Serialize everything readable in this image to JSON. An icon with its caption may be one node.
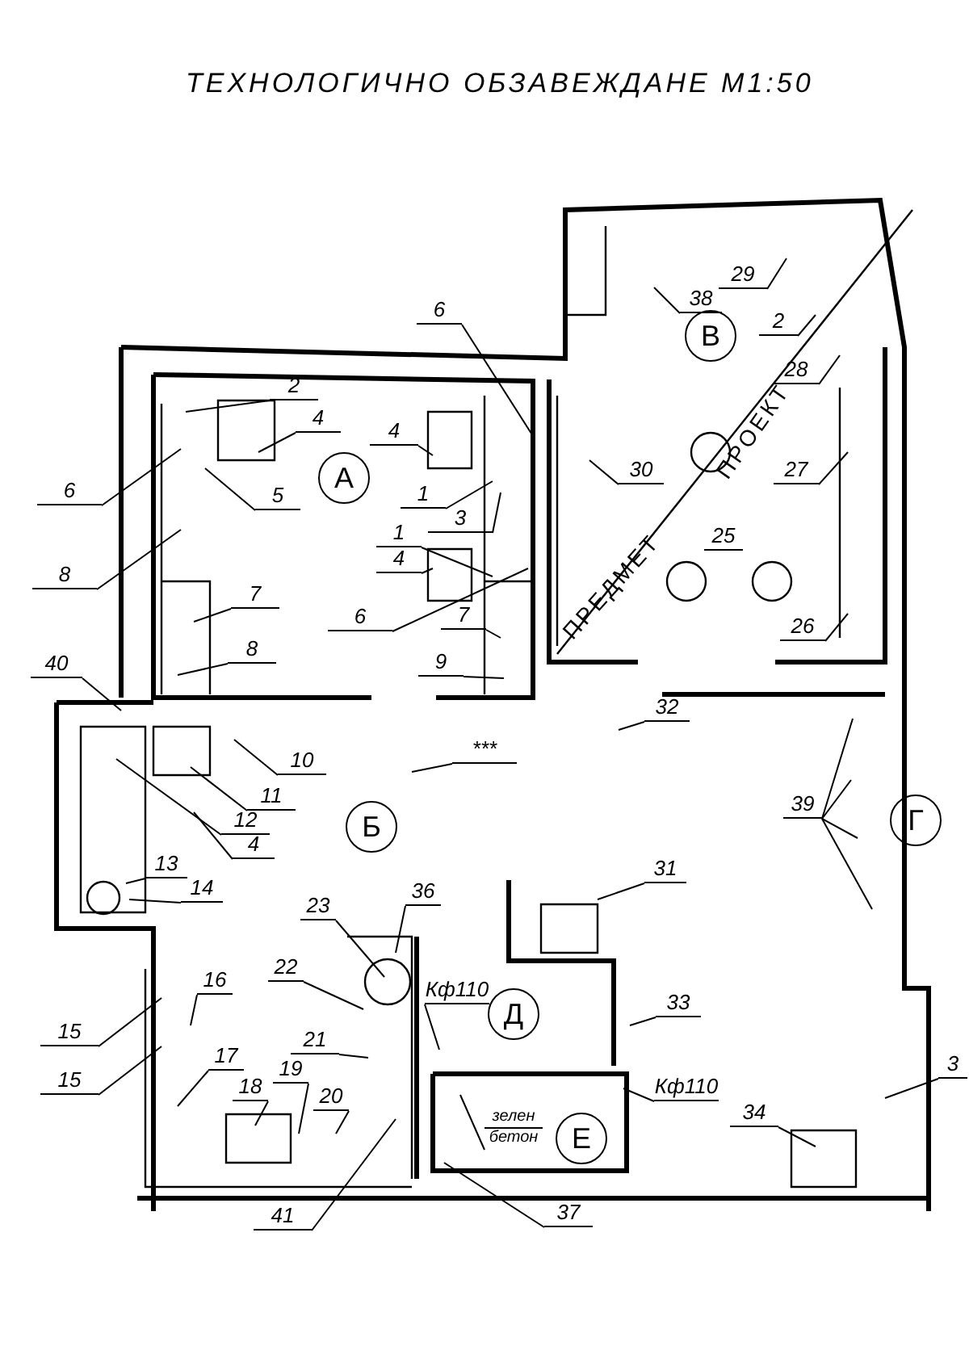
{
  "diagram": {
    "title": "ТЕХНОЛОГИЧНО ОБЗАВЕЖДАНЕ М1:50",
    "nodes": [
      {
        "text": [
          "А"
        ]
      },
      {
        "text": [
          "6"
        ]
      },
      {
        "text": [
          "2"
        ]
      },
      {
        "text": [
          "4"
        ]
      },
      {
        "text": [
          "4"
        ]
      },
      {
        "text": [
          "6"
        ]
      },
      {
        "text": [
          "5"
        ]
      },
      {
        "text": [
          "1"
        ]
      },
      {
        "text": [
          "3"
        ]
      },
      {
        "text": [
          "1"
        ]
      },
      {
        "text": [
          "4"
        ]
      },
      {
        "text": [
          "8"
        ]
      },
      {
        "text": [
          "7"
        ]
      },
      {
        "text": [
          "6"
        ]
      },
      {
        "text": [
          "7"
        ]
      },
      {
        "text": [
          "8"
        ]
      },
      {
        "text": [
          "9"
        ]
      },
      {
        "text": [
          "40"
        ]
      },
      {
        "text": [
          "В"
        ]
      },
      {
        "text": [
          "29"
        ]
      },
      {
        "text": [
          "38"
        ]
      },
      {
        "text": [
          "2"
        ]
      },
      {
        "text": [
          "28"
        ]
      },
      {
        "text": [
          "27"
        ]
      },
      {
        "text": [
          "30"
        ]
      },
      {
        "text": [
          "25"
        ]
      },
      {
        "text": [
          "26"
        ]
      },
      {
        "text": [
          "32"
        ]
      },
      {
        "text": [
          "***"
        ]
      },
      {
        "text": [
          "Б"
        ]
      },
      {
        "text": [
          "10"
        ]
      },
      {
        "text": [
          "11"
        ]
      },
      {
        "text": [
          "12"
        ]
      },
      {
        "text": [
          "4"
        ]
      },
      {
        "text": [
          "13"
        ]
      },
      {
        "text": [
          "14"
        ]
      },
      {
        "text": [
          "Г"
        ]
      },
      {
        "text": [
          "39"
        ]
      },
      {
        "text": [
          "31"
        ]
      },
      {
        "text": [
          "36"
        ]
      },
      {
        "text": [
          "23"
        ]
      },
      {
        "text": [
          "22"
        ]
      },
      {
        "text": [
          "16"
        ]
      },
      {
        "text": [
          "15"
        ]
      },
      {
        "text": [
          "15"
        ]
      },
      {
        "text": [
          "17"
        ]
      },
      {
        "text": [
          "18"
        ]
      },
      {
        "text": [
          "19"
        ]
      },
      {
        "text": [
          "20"
        ]
      },
      {
        "text": [
          "21"
        ]
      },
      {
        "text": [
          "41"
        ]
      },
      {
        "text": [
          "Д"
        ]
      },
      {
        "text": [
          "Кф110"
        ]
      },
      {
        "text": [
          "33"
        ]
      },
      {
        "text": [
          "3"
        ]
      },
      {
        "text": [
          "Кф110"
        ]
      },
      {
        "text": [
          "34"
        ]
      },
      {
        "text": [
          "Е"
        ]
      },
      {
        "text": [
          "37"
        ]
      },
      {
        "text": [
          "зелен",
          "бетон"
        ]
      }
    ],
    "edges": [
      {
        "from": 1,
        "to": null,
        "arrow": "none"
      },
      {
        "from": 2,
        "to": null,
        "arrow": "none"
      },
      {
        "from": 3,
        "to": null,
        "arrow": "none"
      },
      {
        "from": 4,
        "to": null,
        "arrow": "none"
      },
      {
        "from": 5,
        "to": null,
        "arrow": "none"
      },
      {
        "from": 6,
        "to": null,
        "arrow": "none"
      },
      {
        "from": 7,
        "to": null,
        "arrow": "none"
      },
      {
        "from": 8,
        "to": null,
        "arrow": "none"
      },
      {
        "from": 9,
        "to": null,
        "arrow": "none"
      },
      {
        "from": 10,
        "to": null,
        "arrow": "none"
      },
      {
        "from": 11,
        "to": null,
        "arrow": "none"
      },
      {
        "from": 12,
        "to": null,
        "arrow": "none"
      },
      {
        "from": 13,
        "to": null,
        "arrow": "none"
      },
      {
        "from": 14,
        "to": null,
        "arrow": "none"
      },
      {
        "from": 15,
        "to": null,
        "arrow": "none"
      },
      {
        "from": 16,
        "to": null,
        "arrow": "none"
      },
      {
        "from": 17,
        "to": null,
        "arrow": "none"
      },
      {
        "from": 19,
        "to": null,
        "arrow": "none"
      },
      {
        "from": 20,
        "to": null,
        "arrow": "none"
      },
      {
        "from": 21,
        "to": null,
        "arrow": "none"
      },
      {
        "from": 22,
        "to": null,
        "arrow": "none"
      },
      {
        "from": 23,
        "to": null,
        "arrow": "none"
      },
      {
        "from": 24,
        "to": null,
        "arrow": "none"
      },
      {
        "from": 26,
        "to": null,
        "arrow": "none"
      },
      {
        "from": 27,
        "to": null,
        "arrow": "none"
      },
      {
        "from": 28,
        "to": null,
        "arrow": "none"
      },
      {
        "from": 30,
        "to": null,
        "arrow": "none"
      },
      {
        "from": 31,
        "to": null,
        "arrow": "none"
      },
      {
        "from": 32,
        "to": null,
        "arrow": "none"
      },
      {
        "from": 33,
        "to": null,
        "arrow": "none"
      },
      {
        "from": 34,
        "to": null,
        "arrow": "none"
      },
      {
        "from": 35,
        "to": null,
        "arrow": "none"
      },
      {
        "from": 37,
        "to": null,
        "arrow": "none"
      },
      {
        "from": 37,
        "to": null,
        "arrow": "none"
      },
      {
        "from": 37,
        "to": null,
        "arrow": "none"
      },
      {
        "from": 37,
        "to": null,
        "arrow": "none"
      },
      {
        "from": 38,
        "to": null,
        "arrow": "none"
      },
      {
        "from": 39,
        "to": null,
        "arrow": "none"
      },
      {
        "from": 40,
        "to": null,
        "arrow": "none"
      },
      {
        "from": 41,
        "to": null,
        "arrow": "none"
      },
      {
        "from": 42,
        "to": null,
        "arrow": "none"
      },
      {
        "from": 43,
        "to": null,
        "arrow": "none"
      },
      {
        "from": 44,
        "to": null,
        "arrow": "none"
      },
      {
        "from": 45,
        "to": null,
        "arrow": "none"
      },
      {
        "from": 46,
        "to": null,
        "arrow": "none"
      },
      {
        "from": 47,
        "to": null,
        "arrow": "none"
      },
      {
        "from": 48,
        "to": null,
        "arrow": "none"
      },
      {
        "from": 49,
        "to": null,
        "arrow": "none"
      },
      {
        "from": 50,
        "to": null,
        "arrow": "none"
      },
      {
        "from": 52,
        "to": null,
        "arrow": "none"
      },
      {
        "from": 53,
        "to": null,
        "arrow": "none"
      },
      {
        "from": 54,
        "to": null,
        "arrow": "none"
      },
      {
        "from": 55,
        "to": null,
        "arrow": "none"
      },
      {
        "from": 56,
        "to": null,
        "arrow": "none"
      },
      {
        "from": 58,
        "to": null,
        "arrow": "none"
      },
      {
        "from": 59,
        "to": null,
        "arrow": "none"
      }
    ],
    "labels": [
      "ПРОЕКТ",
      "ПРЕДМЕТ"
    ]
  }
}
